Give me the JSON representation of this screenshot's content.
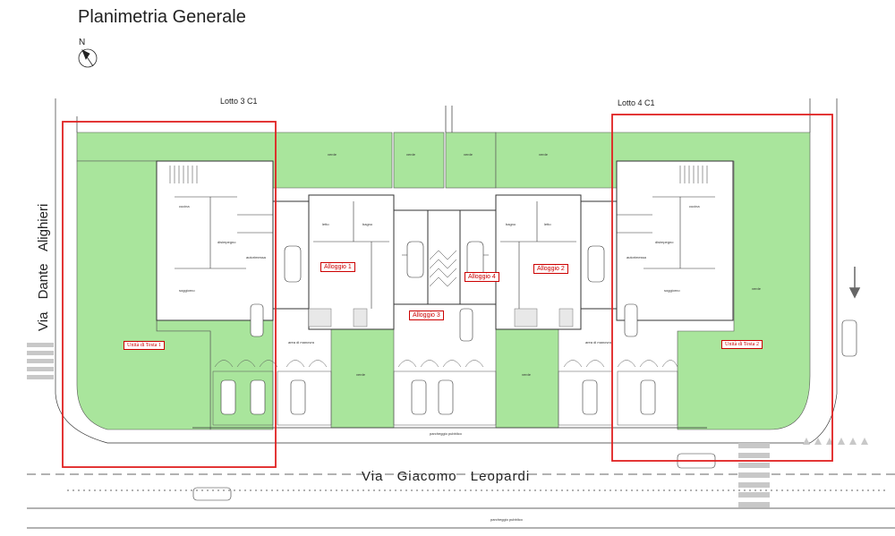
{
  "title": "Planimetria Generale",
  "north_label": "N",
  "lots": {
    "left": "Lotto 3 C1",
    "right": "Lotto 4 C1"
  },
  "streets": {
    "bottom": "Via Giacomo Leopardi",
    "left": "Via Dante Alighieri"
  },
  "apartments": [
    "Alloggio 1",
    "Alloggio 2",
    "Alloggio 3",
    "Alloggio 4"
  ],
  "units": {
    "left": "Unità di Testa 1",
    "right": "Unità di Testa 2"
  },
  "labels": {
    "verde": "verde",
    "parcheggio": "parcheggio pubblico",
    "area_manovra": "area di manovra",
    "soggiorno": "soggiorno",
    "cucina": "cucina",
    "disimpegno": "disimpegno",
    "autorimessa": "autorimessa",
    "letto": "letto",
    "bagno": "bagno"
  },
  "colors": {
    "lawn": "#a9e59c",
    "highlight": "#e02020",
    "walls": "#333333"
  }
}
